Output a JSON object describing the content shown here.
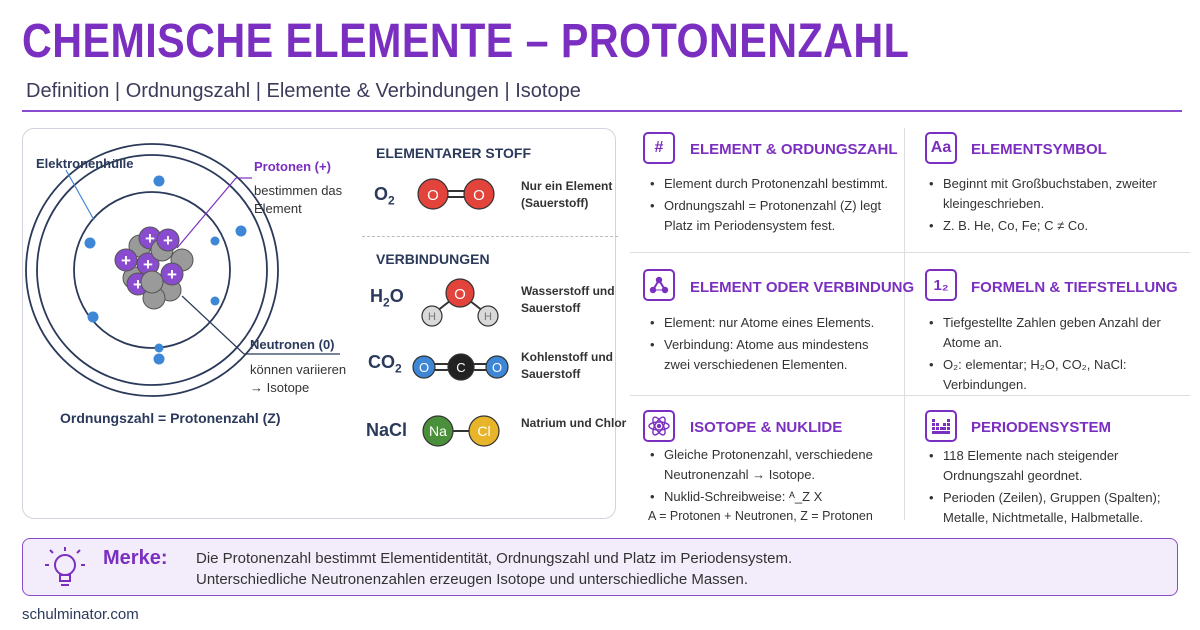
{
  "header": {
    "title": "CHEMISCHE ELEMENTE – PROTONENZAHL",
    "subtitle": "Definition | Ordnungszahl | Elemente & Verbindungen | Isotope"
  },
  "atom": {
    "shell_label": "Elektronenhülle",
    "protons_label": "Protonen (+)",
    "protons_desc_1": "bestimmen das",
    "protons_desc_2": "Element",
    "neutrons_label": "Neutronen (0)",
    "neutrons_desc_1": "können variieren",
    "neutrons_desc_2": "→ Isotope",
    "proton_sign": "+",
    "formula": "Ordnungszahl = Protonenzahl (Z)"
  },
  "substances": {
    "elemental_heading": "ELEMENTARER STOFF",
    "compounds_heading": "VERBINDUNGEN",
    "items": [
      {
        "formula_main": "O",
        "formula_sub": "2",
        "formula_tail": "",
        "atoms": [
          "O",
          "O"
        ],
        "desc": "Nur ein Element (Sauerstoff)"
      },
      {
        "formula_main": "H",
        "formula_sub": "2",
        "formula_tail": "O",
        "atoms": [
          "O",
          "H",
          "H"
        ],
        "desc": "Wasserstoff und Sauerstoff"
      },
      {
        "formula_main": "CO",
        "formula_sub": "2",
        "formula_tail": "",
        "atoms": [
          "O",
          "C",
          "O"
        ],
        "desc": "Kohlenstoff und Sauerstoff"
      },
      {
        "formula_main": "NaCl",
        "formula_sub": "",
        "formula_tail": "",
        "atoms": [
          "Na",
          "Cl"
        ],
        "desc": "Natrium und Chlor"
      }
    ]
  },
  "cards": [
    {
      "icon": "#",
      "title": "ELEMENT & ORDUNGSZAHL",
      "bullets": [
        "Element durch Protonenzahl bestimmt.",
        "Ordnungszahl = Protonenzahl (Z) legt Platz im Periodensystem fest."
      ]
    },
    {
      "icon": "Aa",
      "title": "ELEMENTSYMBOL",
      "bullets": [
        "Beginnt mit Großbuchstaben, zweiter kleingeschrieben.",
        "Z. B. He, Co, Fe; C ≠ Co."
      ]
    },
    {
      "icon": "molecule",
      "title": "ELEMENT ODER VERBINDUNG",
      "bullets": [
        "Element: nur Atome eines Elements.",
        "Verbindung: Atome aus mindestens zwei verschiedenen Elementen."
      ]
    },
    {
      "icon": "1₂",
      "title": "FORMELN & TIEFSTELLUNG",
      "bullets": [
        "Tiefgestellte Zahlen geben Anzahl der Atome an.",
        "O₂: elementar; H₂O, CO₂, NaCl: Verbindungen."
      ]
    },
    {
      "icon": "atom",
      "title": "ISOTOPE & NUKLIDE",
      "bullets": [
        "Gleiche Protonenzahl, verschiedene Neutronenzahl → Isotope.",
        "Nuklid-Schreibweise: ᴬ_Z X"
      ],
      "note": "A = Protonen + Neutronen, Z = Protonen"
    },
    {
      "icon": "table",
      "title": "PERIODENSYSTEM",
      "bullets": [
        "118 Elemente nach steigender Ordnungszahl geordnet.",
        "Perioden (Zeilen), Gruppen (Spalten); Metalle, Nichtmetalle, Halbmetalle."
      ]
    }
  ],
  "merke": {
    "title": "Merke:",
    "line1": "Die Protonenzahl bestimmt Elementidentität, Ordnungszahl und Platz im Periodensystem.",
    "line2": "Unterschiedliche Neutronenzahlen erzeugen Isotope und unterschiedliche Massen."
  },
  "footer": {
    "site": "schulminator.com"
  },
  "colors": {
    "accent": "#7b2fc0",
    "oxygen": "#e2433a",
    "hydrogen": "#d9d9d9",
    "carbon": "#222222",
    "sodium": "#4a8f3a",
    "chlorine": "#e8b52a",
    "electron": "#3e86d6"
  }
}
